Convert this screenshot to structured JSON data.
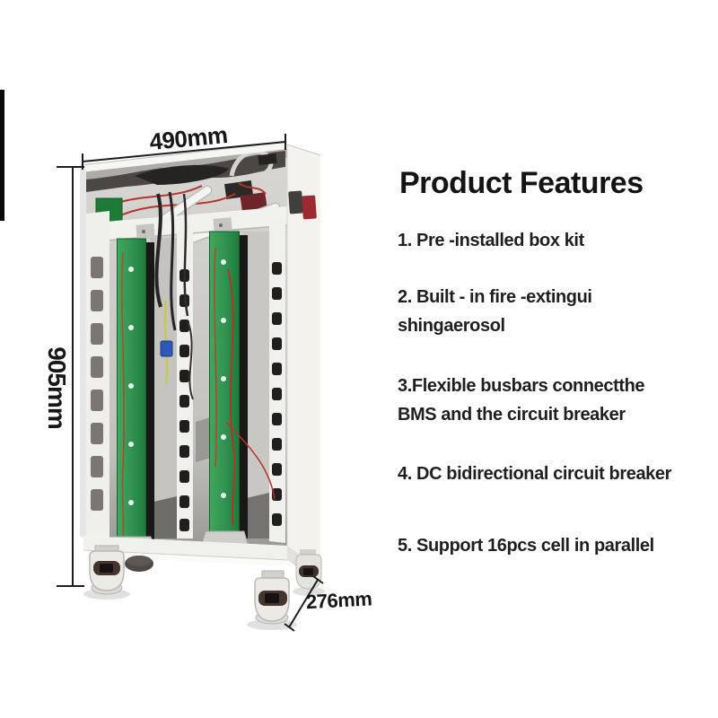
{
  "dimensions": {
    "width_label": "490mm",
    "height_label": "905mm",
    "depth_label": "276mm"
  },
  "features": {
    "title": "Product Features",
    "items": [
      {
        "lines": [
          "1. Pre -installed box kit"
        ]
      },
      {
        "lines": [
          "2. Built - in fire -extingui",
          "shingaerosol"
        ]
      },
      {
        "lines": [
          "3.Flexible busbars connectthe",
          "BMS and the circuit breaker"
        ]
      },
      {
        "lines": [
          "4. DC bidirectional circuit breaker"
        ]
      },
      {
        "lines": [
          "5. Support 16pcs cell in parallel"
        ]
      }
    ]
  },
  "colors": {
    "text": "#1b1b1b",
    "dimension_line": "#1d1d1d",
    "pcb_green": "#2f9150",
    "breaker_red": "#9c2a31",
    "cabinet_white": "#f3f2ee"
  }
}
